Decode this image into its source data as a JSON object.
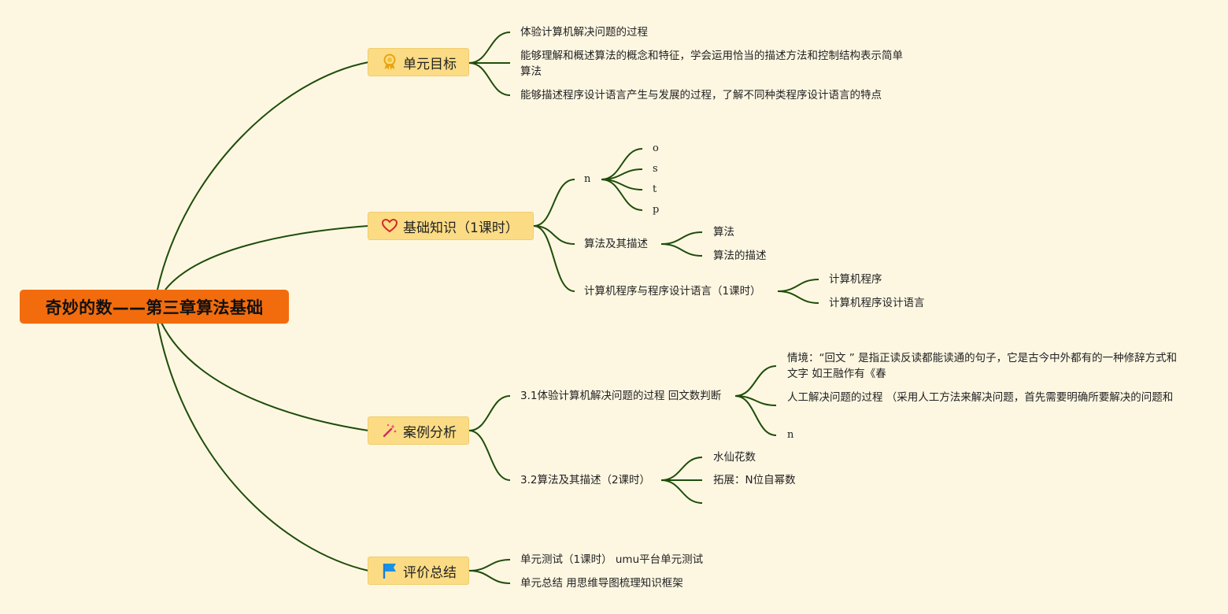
{
  "root": "奇妙的数——第三章算法基础",
  "branches": {
    "goals": {
      "label": "单元目标",
      "icon": "award-ribbon-icon"
    },
    "basics": {
      "label": "基础知识（1课时）",
      "icon": "heart-icon"
    },
    "cases": {
      "label": "案例分析",
      "icon": "magic-wand-icon"
    },
    "review": {
      "label": "评价总结",
      "icon": "flag-icon"
    }
  },
  "goals": {
    "g1": "体验计算机解决问题的过程",
    "g2": "能够理解和概述算法的概念和特征，学会运用恰当的描述方法和控制结构表示简单算法",
    "g3": "能够描述程序设计语言产生与发展的过程，了解不同种类程序设计语言的特点"
  },
  "basics": {
    "n": "n",
    "n_children": [
      "o",
      "s",
      "t",
      "p"
    ],
    "algo": "算法及其描述",
    "algo_children": [
      "算法",
      "算法的描述"
    ],
    "prog": "计算机程序与程序设计语言（1课时）",
    "prog_children": [
      "计算机程序",
      "计算机程序设计语言"
    ]
  },
  "cases": {
    "c1": "3.1体验计算机解决问题的过程 回文数判断",
    "c1_children": [
      "情境：“回文 ” 是指正读反读都能读通的句子，它是古今中外都有的一种修辞方式和文字 如王融作有《春",
      "人工解决问题的过程 （采用人工方法来解决问题，首先需要明确所要解决的问题和",
      "n"
    ],
    "c2": "3.2算法及其描述（2课时）",
    "c2_children": [
      "水仙花数",
      "拓展：N位自幂数",
      ""
    ]
  },
  "review": {
    "r1": "单元测试（1课时） umu平台单元测试",
    "r2": "单元总结 用思维导图梳理知识框架"
  },
  "colors": {
    "background": "#fdf7e2",
    "root_fill": "#f26c0d",
    "branch_fill": "#fbdc84",
    "connector": "#1f4d0a"
  }
}
